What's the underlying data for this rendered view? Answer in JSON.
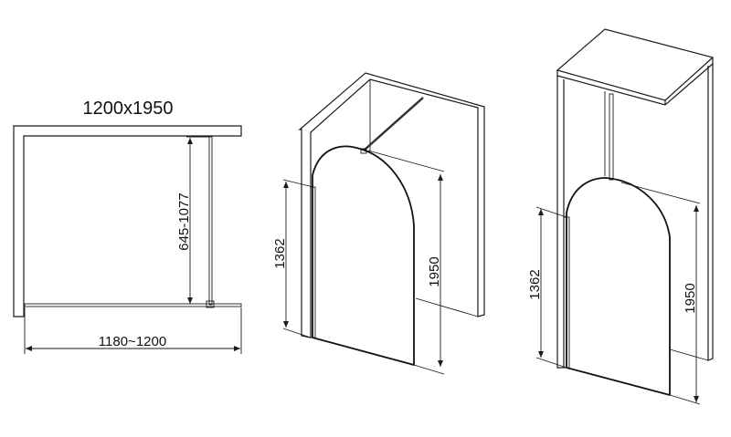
{
  "plan_view": {
    "title": "1200x1950",
    "panel_width_dim": "645-1077",
    "overall_width_dim": "1180~1200"
  },
  "iso_wall_mounted": {
    "side_panel_height_dim": "1362",
    "glass_height_dim": "1950"
  },
  "iso_ceiling_mounted": {
    "side_panel_height_dim": "1362",
    "glass_height_dim": "1950"
  },
  "colors": {
    "line": "#1a1a1a",
    "background": "#ffffff"
  }
}
